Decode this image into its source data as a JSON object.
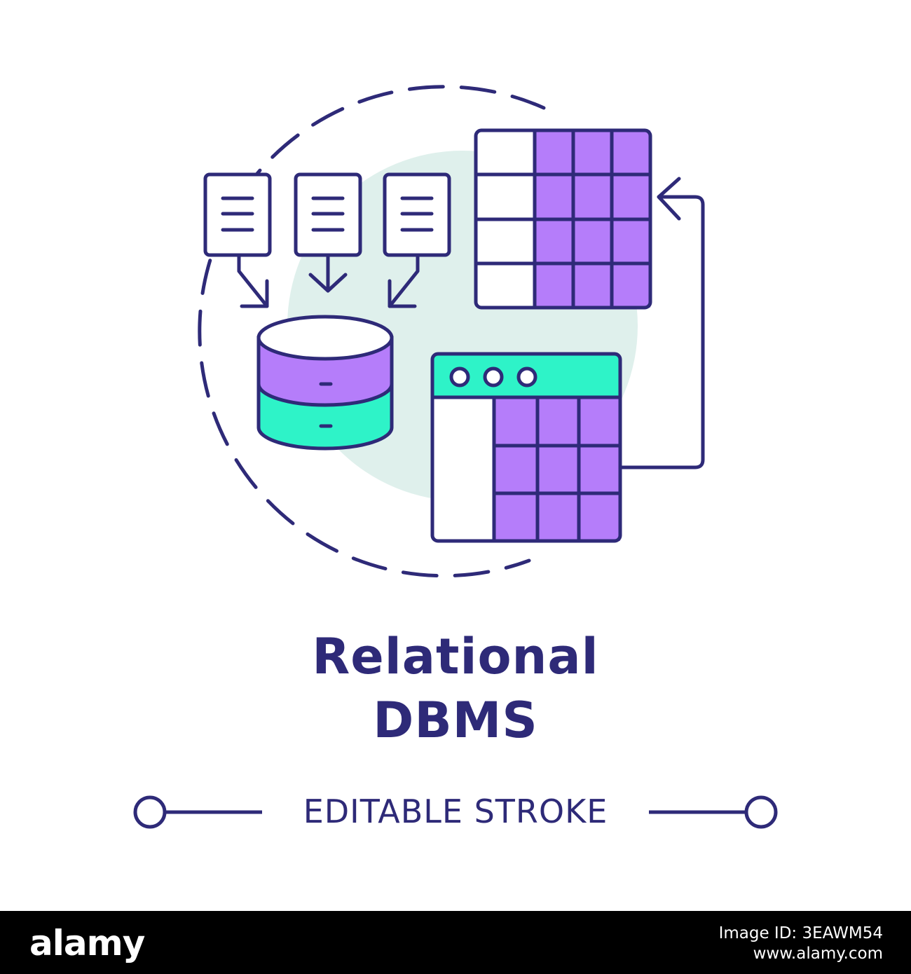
{
  "title": {
    "line1": "Relational",
    "line2": "DBMS"
  },
  "badge": {
    "label": "EDITABLE STROKE"
  },
  "footer": {
    "logo": "alamy",
    "image_id": "Image ID: 3EAWM54",
    "site": "www.alamy.com"
  },
  "icons": {
    "documents": [
      "document-icon",
      "document-icon",
      "document-icon"
    ],
    "database": "database-icon",
    "table_top": "table-grid-icon",
    "table_window": "browser-table-icon",
    "cycle_arrow": "return-arrow-icon"
  },
  "colors": {
    "stroke": "#2e2a78",
    "purple": "#b57dfa",
    "teal": "#2ef3c8",
    "mint_bg": "#dff0ec",
    "footer_bg": "#000000",
    "footer_text": "#ffffff"
  }
}
